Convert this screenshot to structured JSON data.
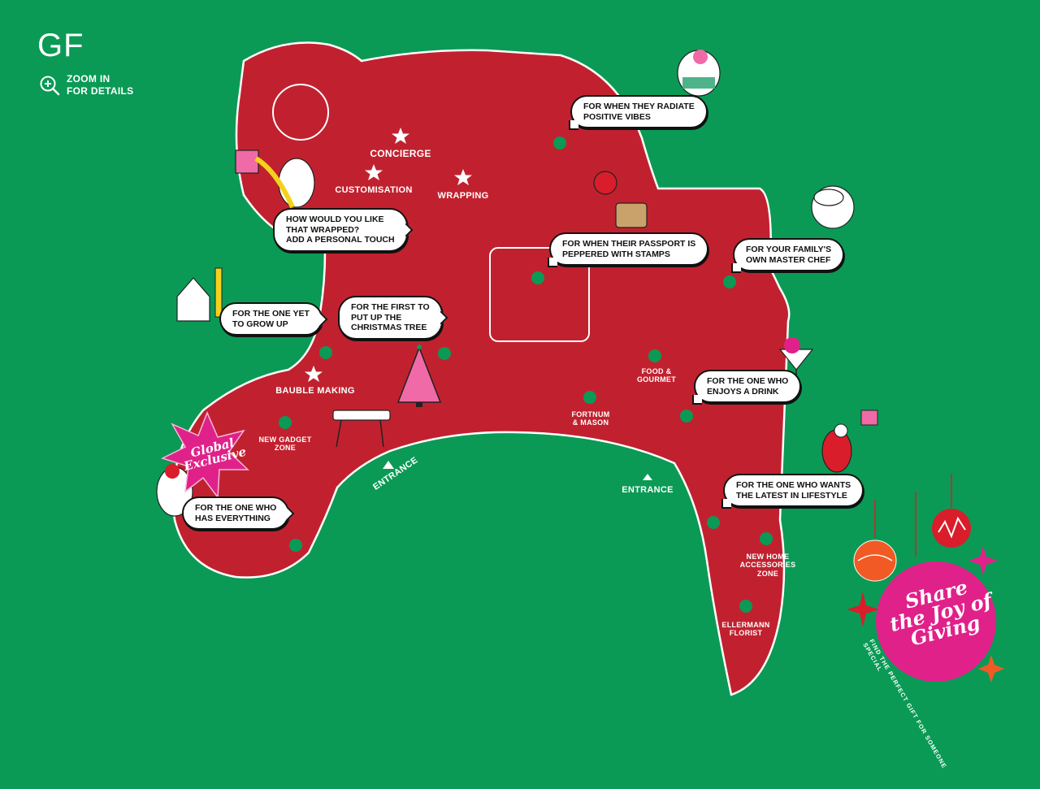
{
  "floor": {
    "code": "GF"
  },
  "zoom": {
    "line1": "ZOOM IN",
    "line2": "FOR DETAILS",
    "icon": "zoom-in-icon"
  },
  "colors": {
    "background": "#0a9a55",
    "floor_area": "#c1212f",
    "outline": "#ffffff",
    "marker": "#0a9a55",
    "badge_pink": "#e0218a",
    "ornament_red": "#d91d2b",
    "ornament_orange": "#f15a24"
  },
  "services": {
    "concierge": "CONCIERGE",
    "customisation": "CUSTOMISATION",
    "wrapping": "WRAPPING",
    "bauble_making": "BAUBLE MAKING"
  },
  "zones": {
    "food_gourmet": {
      "line1": "FOOD &",
      "line2": "GOURMET"
    },
    "fortnum": {
      "line1": "FORTNUM",
      "line2": "& MASON"
    },
    "new_gadget": {
      "line1": "NEW GADGET",
      "line2": "ZONE"
    },
    "new_home": {
      "line1": "NEW HOME",
      "line2": "ACCESSORIES",
      "line3": "ZONE"
    },
    "ellermann": {
      "line1": "ELLERMANN",
      "line2": "FLORIST"
    }
  },
  "entrances": {
    "left": "ENTRANCE",
    "right": "ENTRANCE"
  },
  "bubbles": {
    "positive_vibes": {
      "line1": "FOR WHEN THEY RADIATE",
      "line2": "POSITIVE VIBES"
    },
    "wrapped": {
      "line1": "HOW WOULD YOU LIKE",
      "line2": "THAT WRAPPED?",
      "line3": "ADD A PERSONAL TOUCH"
    },
    "passport": {
      "line1": "FOR WHEN THEIR PASSPORT IS",
      "line2": "PEPPERED WITH STAMPS"
    },
    "master_chef": {
      "line1": "FOR YOUR FAMILY'S",
      "line2": "OWN MASTER CHEF"
    },
    "grow_up": {
      "line1": "FOR THE ONE YET",
      "line2": "TO GROW UP"
    },
    "christmas_tree": {
      "line1": "FOR THE FIRST TO",
      "line2": "PUT UP THE",
      "line3": "CHRISTMAS TREE"
    },
    "drink": {
      "line1": "FOR THE ONE WHO",
      "line2": "ENJOYS A DRINK"
    },
    "lifestyle": {
      "line1": "FOR THE ONE WHO WANTS",
      "line2": "THE LATEST IN LIFESTYLE"
    },
    "everything": {
      "line1": "FOR THE ONE WHO",
      "line2": "HAS EVERYTHING"
    }
  },
  "global_badge": {
    "line1": "Global",
    "line2": "Exclusive"
  },
  "campaign": {
    "line1": "Share",
    "line2": "the Joy of",
    "line3": "Giving",
    "tagline": "FIND THE PERFECT GIFT FOR SOMEONE SPECIAL"
  }
}
